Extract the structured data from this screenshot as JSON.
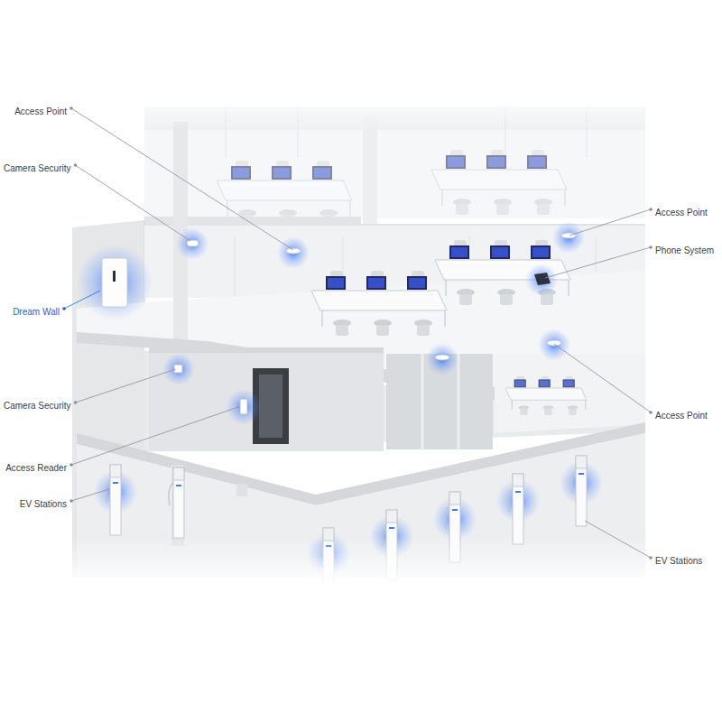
{
  "diagram": {
    "labels": [
      "Access Point",
      "Camera Security",
      "Access Point",
      "Phone System",
      "Dream Wall",
      "Camera Security",
      "Access Point",
      "Access Reader",
      "EV Stations",
      "EV Stations"
    ]
  }
}
